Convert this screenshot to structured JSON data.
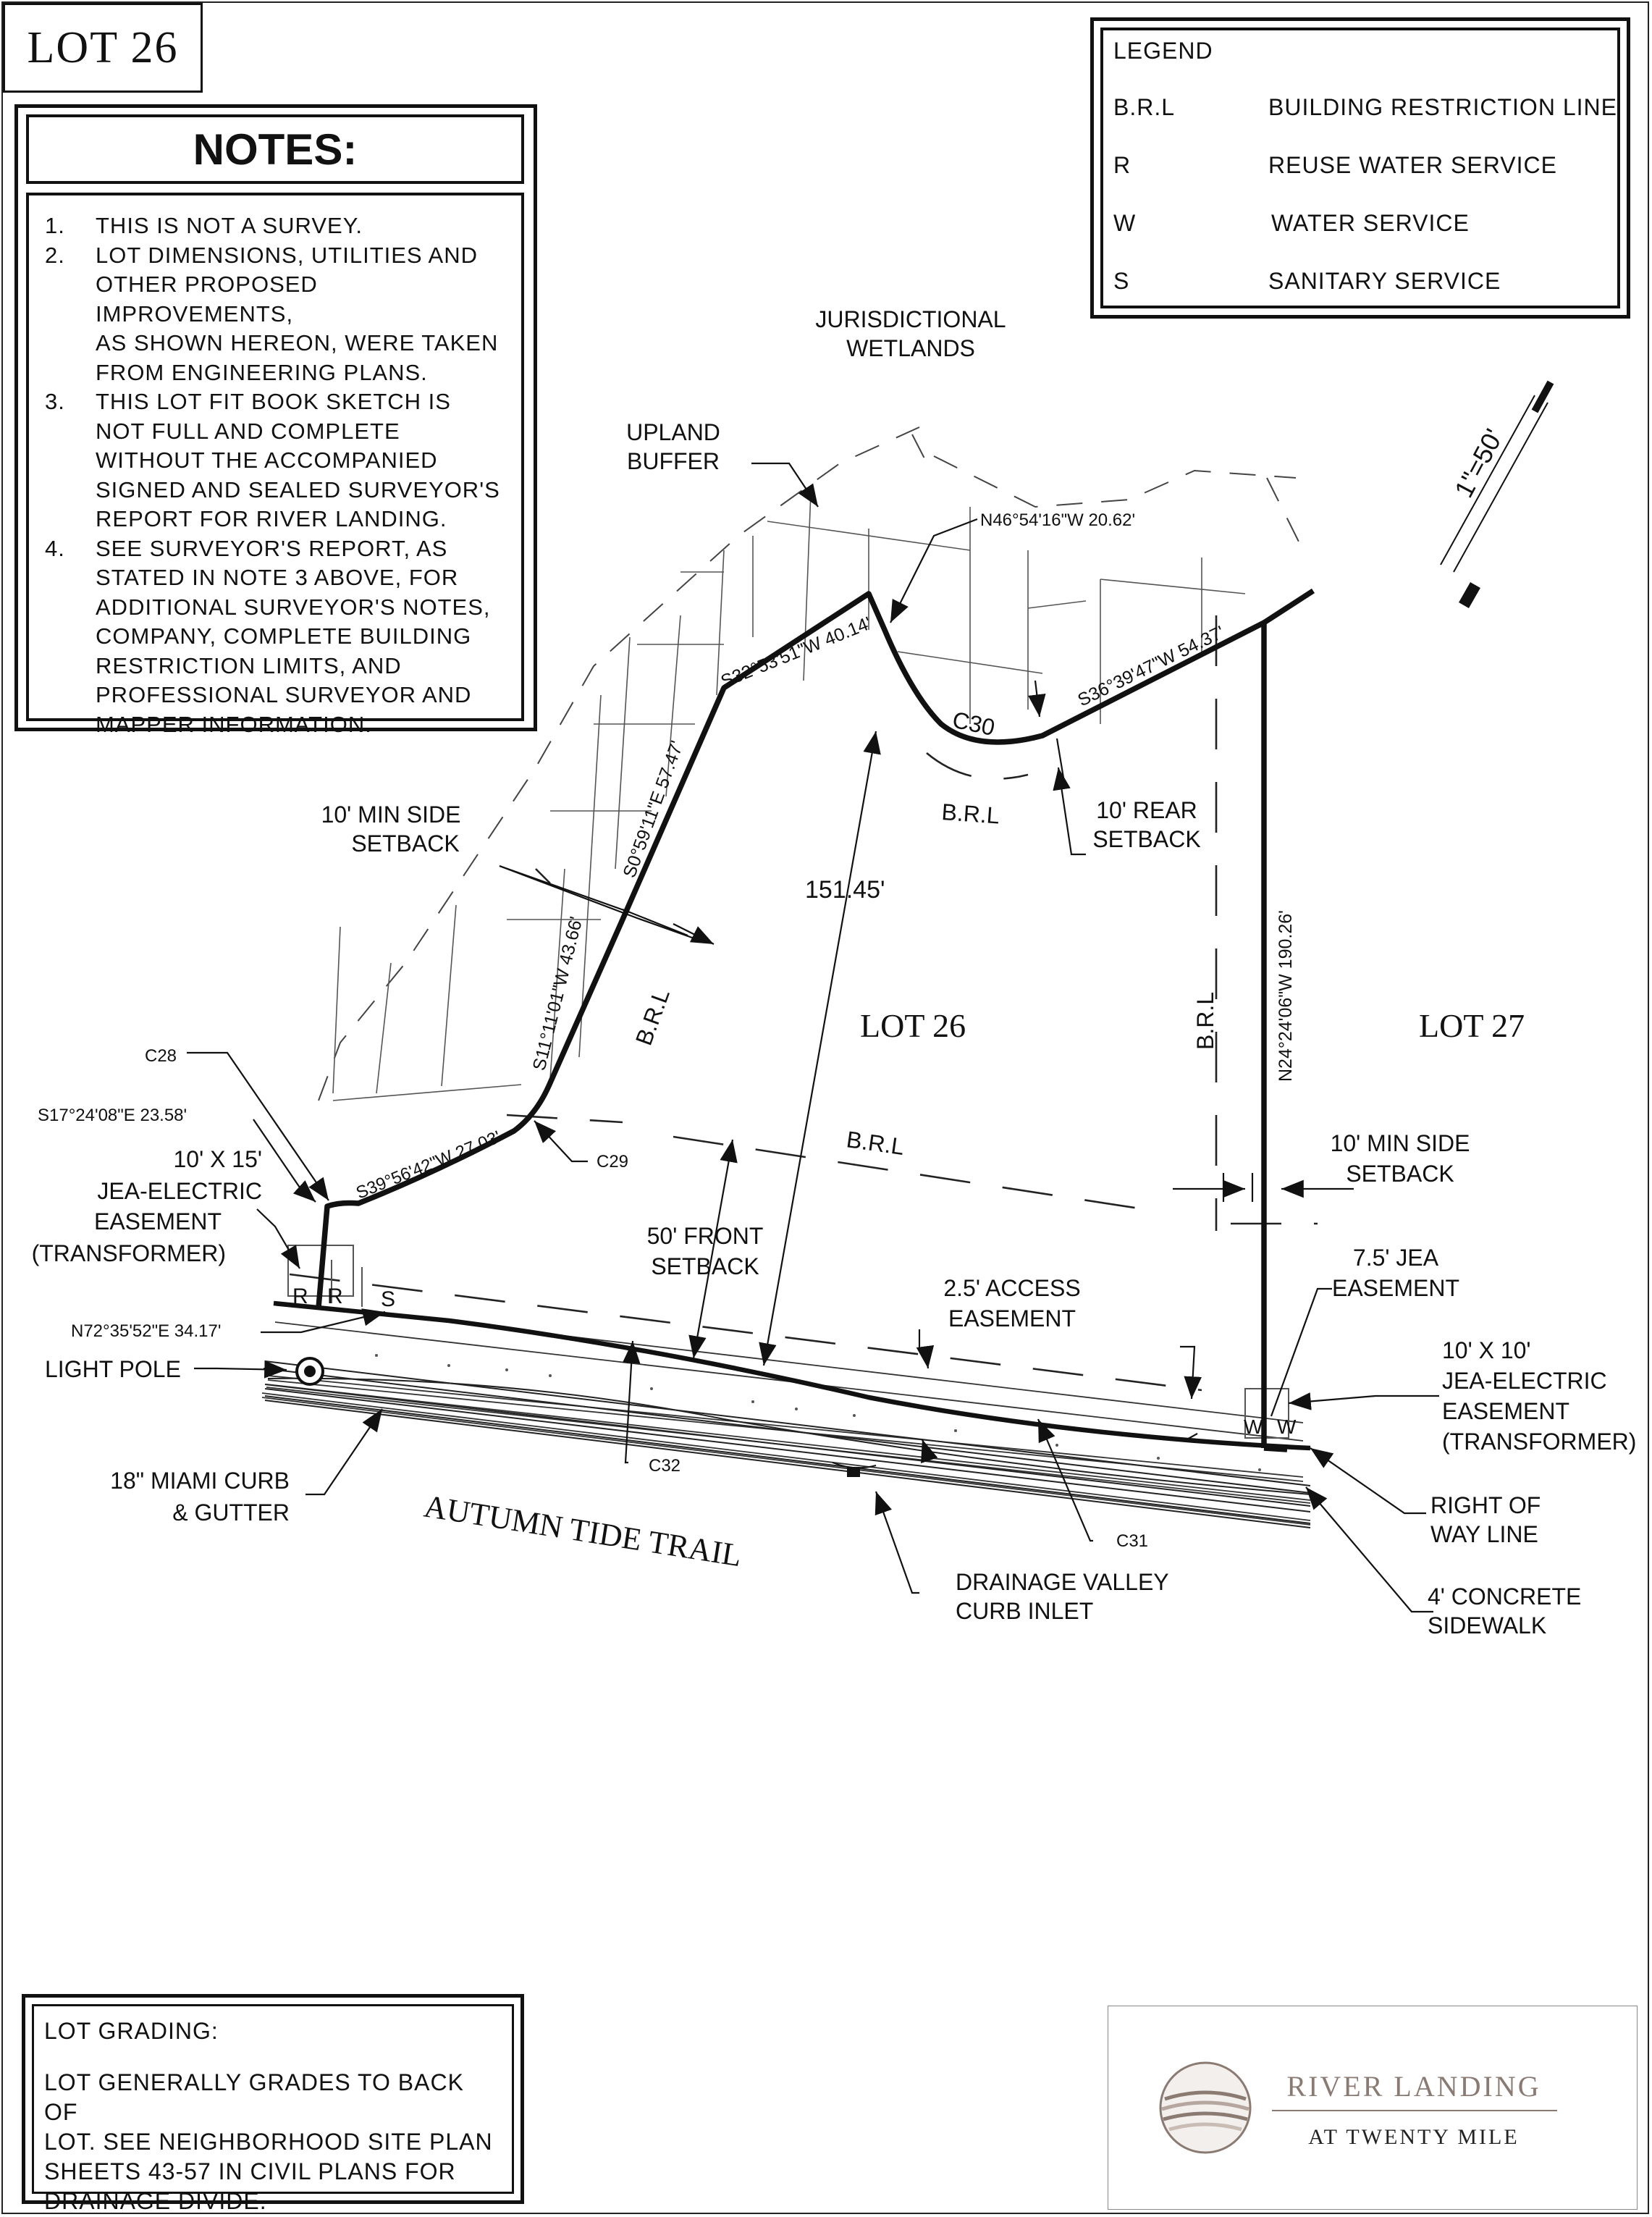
{
  "lot_tag": "LOT 26",
  "notes": {
    "title": "NOTES:",
    "items": [
      {
        "num": "1.",
        "lines": [
          "THIS IS NOT A SURVEY."
        ]
      },
      {
        "num": "2.",
        "lines": [
          "LOT DIMENSIONS, UTILITIES AND",
          "OTHER PROPOSED IMPROVEMENTS,",
          "AS SHOWN HEREON, WERE TAKEN",
          "FROM ENGINEERING PLANS."
        ]
      },
      {
        "num": "3.",
        "lines": [
          "THIS LOT FIT BOOK SKETCH IS",
          "NOT FULL AND COMPLETE",
          "WITHOUT THE ACCOMPANIED",
          "SIGNED AND SEALED SURVEYOR'S",
          "REPORT FOR RIVER LANDING."
        ]
      },
      {
        "num": "4.",
        "lines": [
          "SEE SURVEYOR'S REPORT, AS",
          "STATED IN NOTE 3 ABOVE, FOR",
          "ADDITIONAL SURVEYOR'S NOTES,",
          "COMPANY, COMPLETE BUILDING",
          "RESTRICTION LIMITS, AND",
          "PROFESSIONAL SURVEYOR AND",
          "MAPPER INFORMATION."
        ]
      }
    ]
  },
  "legend": {
    "title": "LEGEND",
    "rows": [
      {
        "code": "B.R.L",
        "desc": "BUILDING RESTRICTION LINE"
      },
      {
        "code": "R",
        "desc": "REUSE WATER SERVICE"
      },
      {
        "code": "W",
        "desc": "WATER SERVICE"
      },
      {
        "code": "S",
        "desc": "SANITARY SERVICE"
      }
    ]
  },
  "scale": "1\"=50'",
  "plan": {
    "wetlands": [
      "JURISDICTIONAL",
      "WETLANDS"
    ],
    "upland_buffer": [
      "UPLAND",
      "BUFFER"
    ],
    "bearings": {
      "n46": "N46°54'16\"W 20.62'",
      "s32": "S32°53'51\"W 40.14'",
      "s36": "S36°39'47\"W 54.37'",
      "s05": "S0°59'11\"E 57.47'",
      "s11": "S11°11'01\"W 43.66'",
      "s39": "S39°56'42\"W 27.03'",
      "s17": "S17°24'08\"E 23.58'",
      "n72": "N72°35'52\"E 34.17'",
      "n24": "N24°24'06\"W 190.26'"
    },
    "curves": {
      "c28": "C28",
      "c29": "C29",
      "c30": "C30",
      "c31": "C31",
      "c32": "C32"
    },
    "brl": "B.R.L",
    "lot26": "LOT 26",
    "lot27": "LOT 27",
    "depth": "151.45'",
    "min_side_setback_left": [
      "10' MIN SIDE",
      "SETBACK"
    ],
    "min_side_setback_right": [
      "10' MIN SIDE",
      "SETBACK"
    ],
    "rear_setback": [
      "10' REAR",
      "SETBACK"
    ],
    "front_setback": [
      "50' FRONT",
      "SETBACK"
    ],
    "access_easement": [
      "2.5' ACCESS",
      "EASEMENT"
    ],
    "jea_easement": [
      "7.5' JEA",
      "EASEMENT"
    ],
    "jea_left": [
      "10' X 15'",
      "JEA-ELECTRIC",
      "EASEMENT",
      "(TRANSFORMER)"
    ],
    "jea_right": [
      "10' X 10'",
      "JEA-ELECTRIC",
      "EASEMENT",
      "(TRANSFORMER)"
    ],
    "light_pole": "LIGHT POLE",
    "curb": [
      "18\" MIAMI CURB",
      "& GUTTER"
    ],
    "street": "AUTUMN TIDE TRAIL",
    "drainage": [
      "DRAINAGE VALLEY",
      "CURB INLET"
    ],
    "row_line": [
      "RIGHT OF",
      "WAY LINE"
    ],
    "sidewalk": [
      "4' CONCRETE",
      "SIDEWALK"
    ],
    "util_r1": "R",
    "util_r2": "R",
    "util_s": "S",
    "util_w1": "W",
    "util_w2": "W"
  },
  "grading": {
    "title": "LOT GRADING:",
    "lines": [
      "LOT GENERALLY GRADES TO BACK OF",
      "LOT. SEE NEIGHBORHOOD SITE PLAN",
      "SHEETS 43-57 IN CIVIL PLANS FOR",
      "DRAINAGE DIVIDE."
    ]
  },
  "logo": {
    "line1": "RIVER LANDING",
    "line2": "AT TWENTY MILE",
    "brand_color": "#8a7a72"
  }
}
